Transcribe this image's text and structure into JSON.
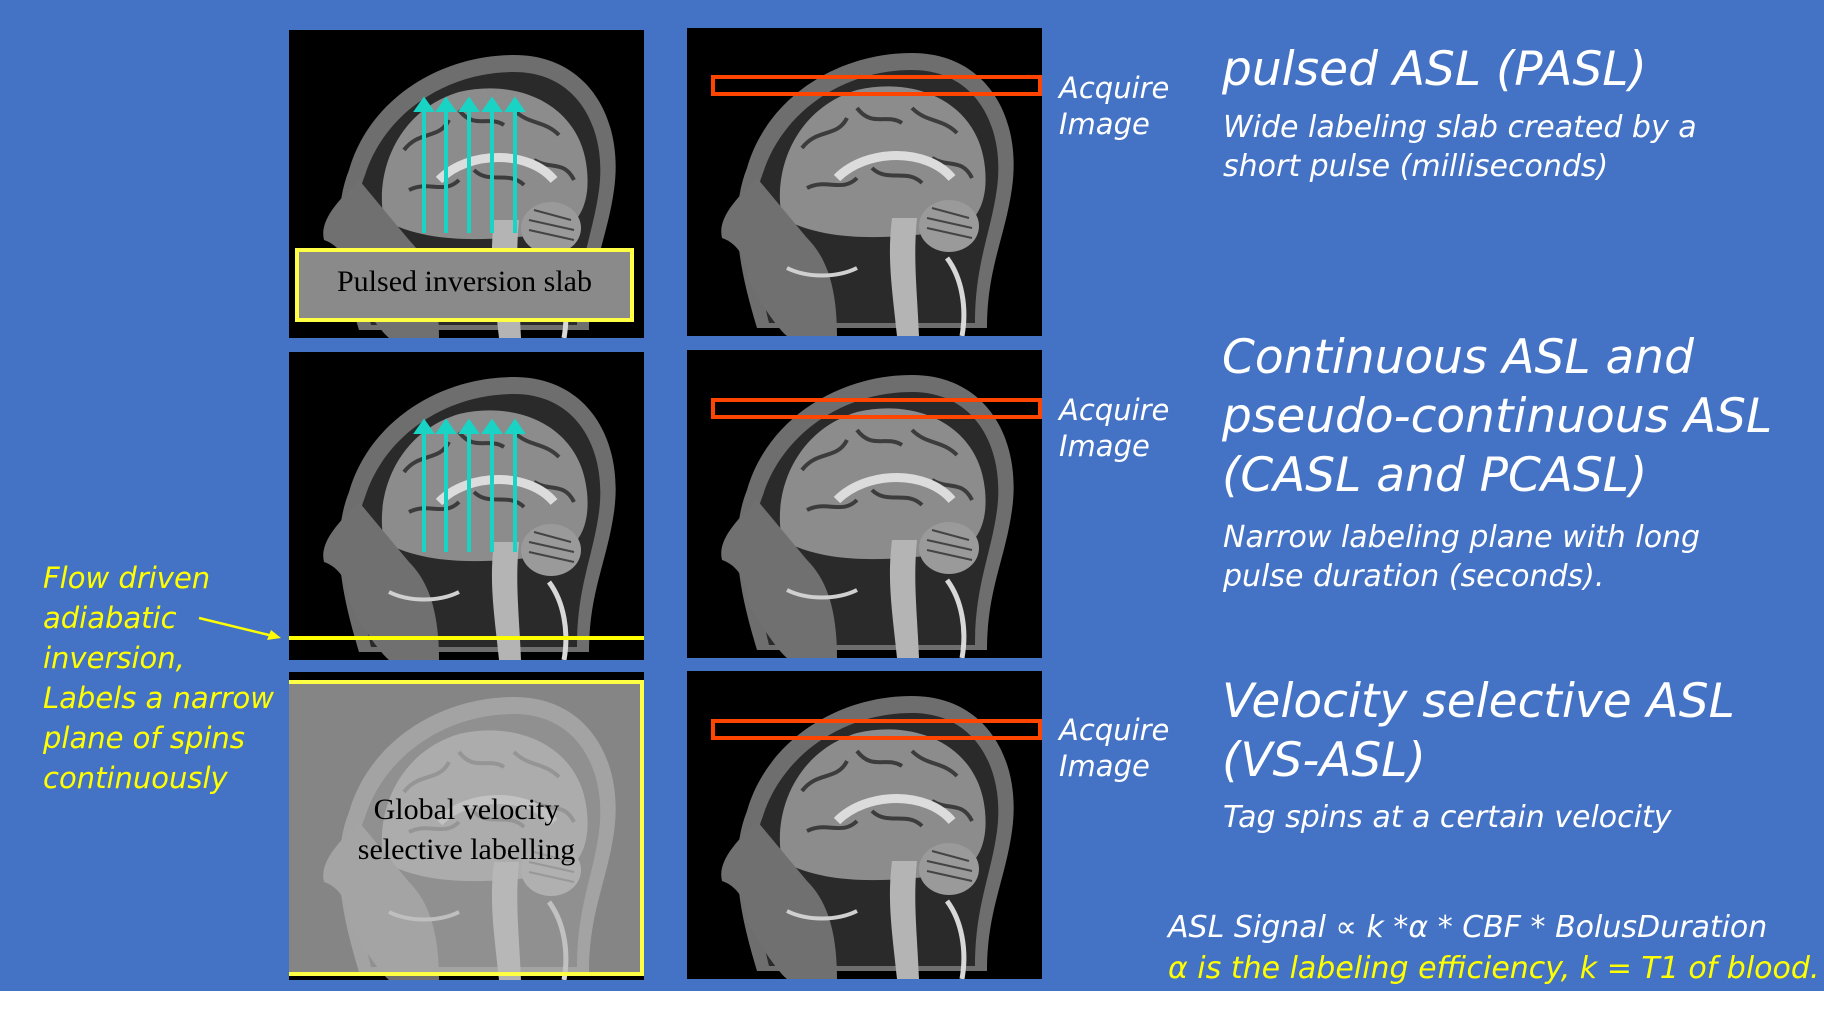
{
  "left_panels": {
    "pasl_box_label": "Pulsed inversion slab",
    "vs_box_label_line1": "Global velocity",
    "vs_box_label_line2": "selective labelling"
  },
  "acquire_labels": [
    {
      "line1": "Acquire",
      "line2": "Image"
    },
    {
      "line1": "Acquire",
      "line2": "Image"
    },
    {
      "line1": "Acquire",
      "line2": "Image"
    }
  ],
  "side_note": {
    "lines": [
      "Flow driven",
      "adiabatic",
      "inversion,",
      "Labels a narrow",
      "plane of spins",
      "continuously"
    ]
  },
  "sections": {
    "pasl": {
      "title": "pulsed ASL (PASL)",
      "desc_line1": "Wide labeling slab created by a",
      "desc_line2": "short pulse (milliseconds)"
    },
    "casl": {
      "title_line1": "Continuous ASL and",
      "title_line2": "pseudo-continuous ASL",
      "title_line3": "(CASL and PCASL)",
      "desc_line1": "Narrow labeling plane with long",
      "desc_line2": "pulse duration (seconds)."
    },
    "vsasl": {
      "title_line1": "Velocity selective ASL",
      "title_line2": "(VS-ASL)",
      "desc_line1": "Tag spins at a certain velocity"
    }
  },
  "formula": {
    "line1": "ASL Signal ∝ k *α * CBF * BolusDuration",
    "line2": "α is the labeling efficiency, k = T1 of blood."
  },
  "colors": {
    "background": "#4472c4",
    "slab_box": "#ffff44",
    "acquire_box": "#ff4500",
    "arrows": "#19d3c5",
    "note_text": "#ffff00"
  }
}
